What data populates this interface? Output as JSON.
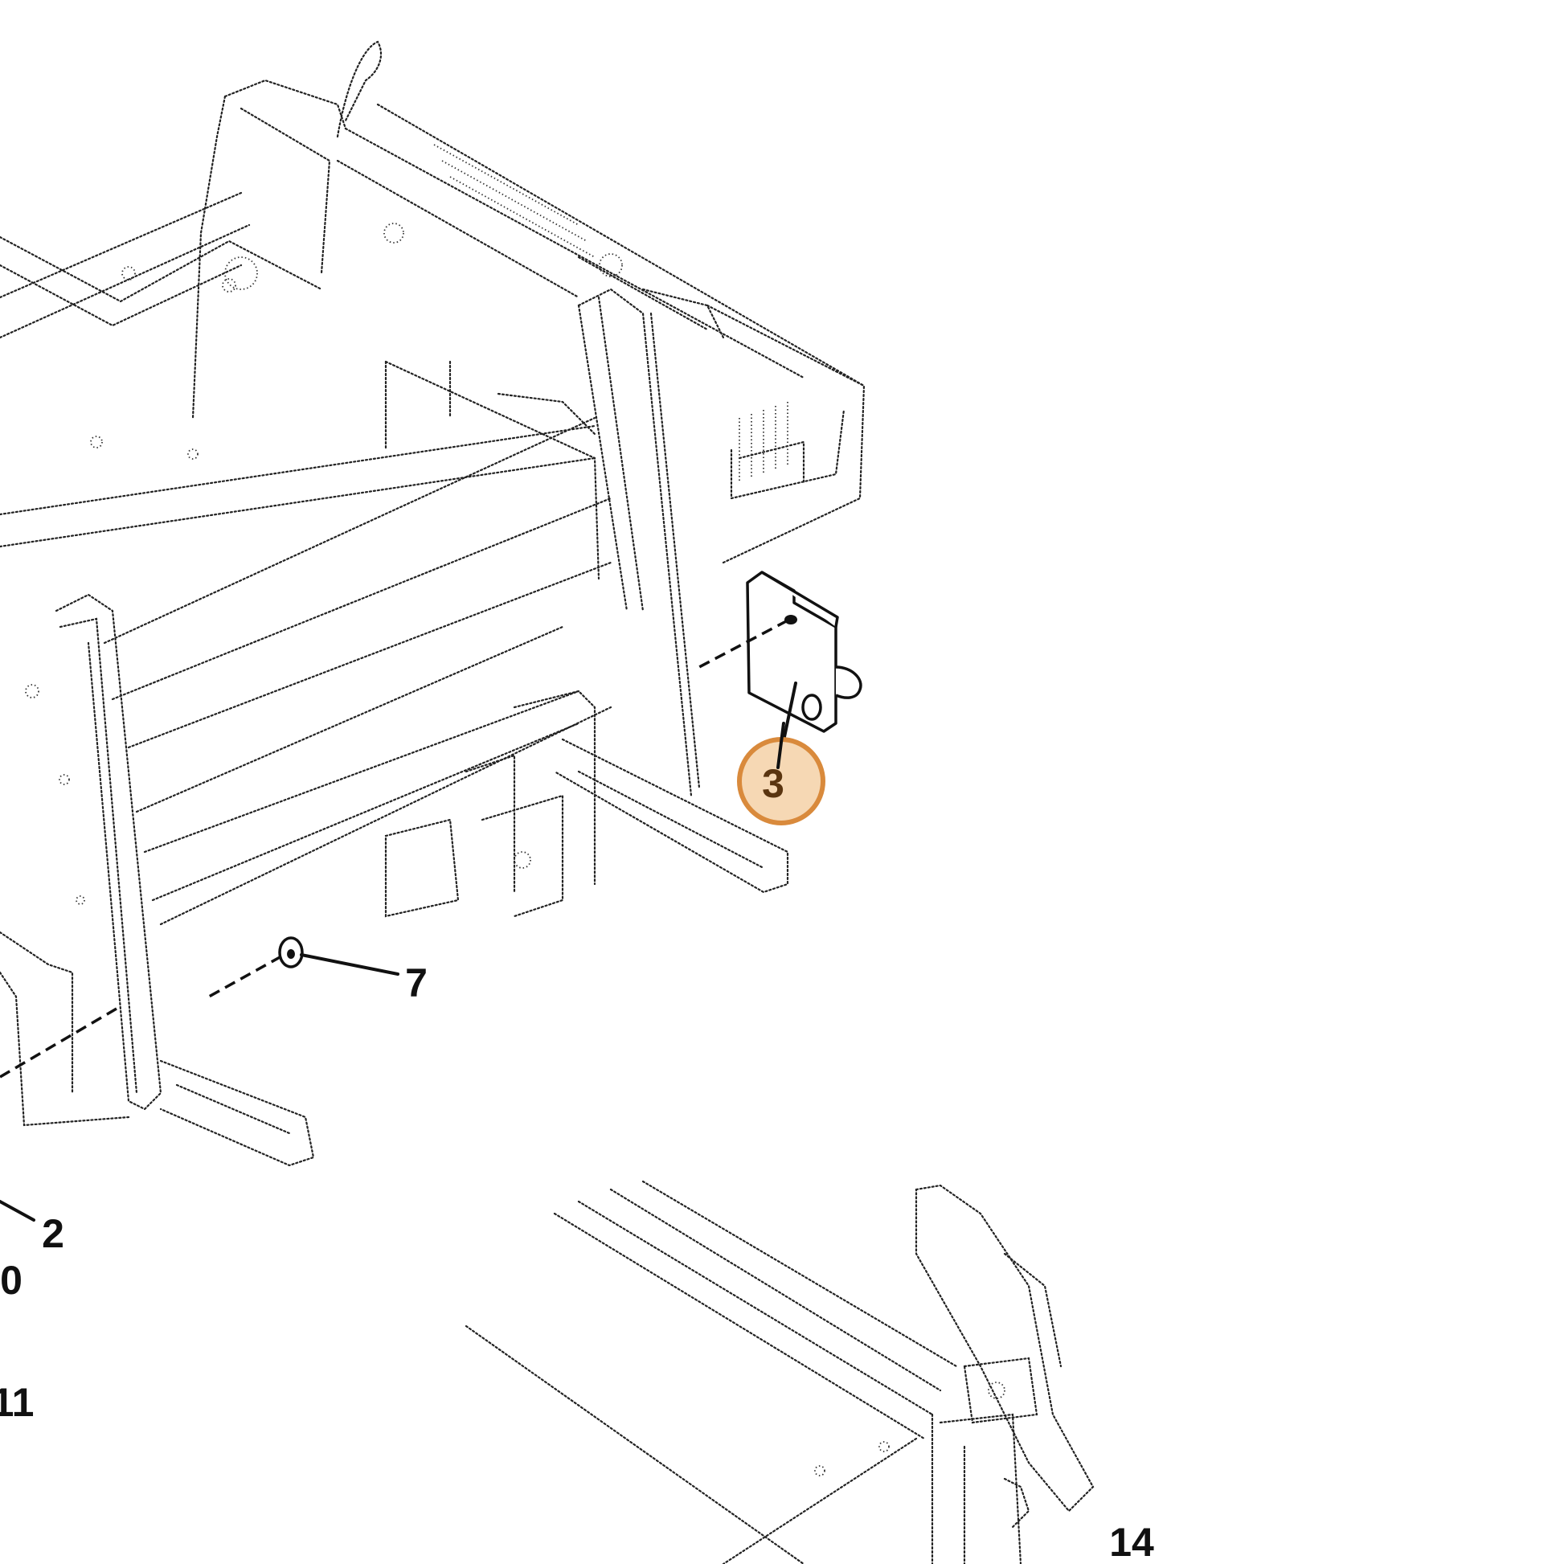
{
  "callouts": [
    {
      "id": "3",
      "label": "3",
      "highlighted": true
    },
    {
      "id": "7",
      "label": "7"
    },
    {
      "id": "2",
      "label": "2"
    },
    {
      "id": "10",
      "label": "0"
    },
    {
      "id": "11",
      "label": "11"
    },
    {
      "id": "14",
      "label": "14"
    }
  ],
  "colors": {
    "highlight_fill": "#f6d8b4",
    "highlight_stroke": "#d98a3c",
    "line": "#111111"
  }
}
